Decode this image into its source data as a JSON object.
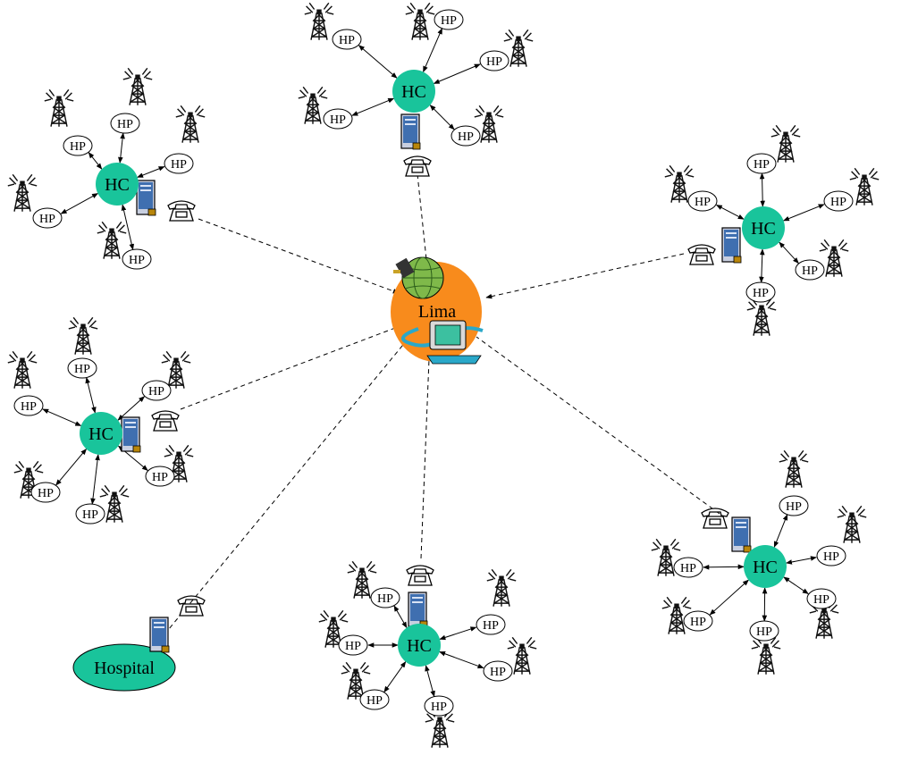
{
  "center": {
    "label": "Lima"
  },
  "hub_label": "HC",
  "post_label": "HP",
  "hospital": {
    "label": "Hospital"
  },
  "colors": {
    "hub": "#19c49b",
    "center": "#f88b1c",
    "hospital": "#19c49b",
    "line": "#000000",
    "tower": "#111111",
    "monitor_screen": "#3cc0a0",
    "computer": "#3f6fb0"
  },
  "icons": [
    "radio-tower-icon",
    "telephone-icon",
    "computer-tower-icon",
    "globe-icon",
    "computer-icon"
  ]
}
